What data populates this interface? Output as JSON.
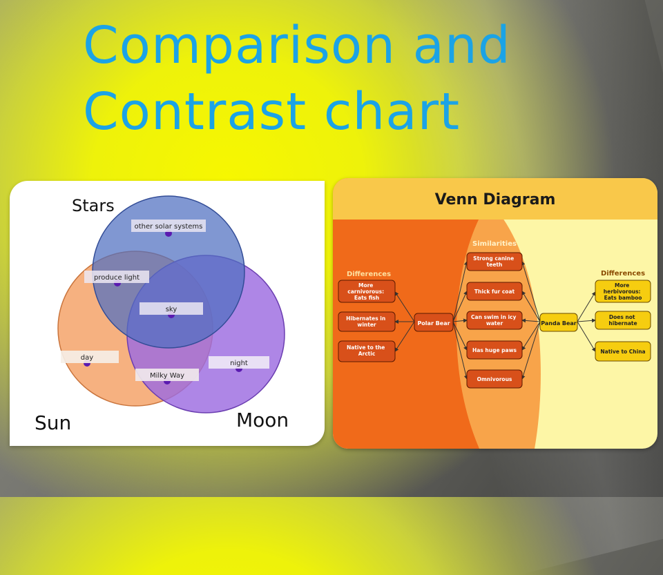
{
  "slide": {
    "title_line1": "Comparison and",
    "title_line2": "Contrast chart"
  },
  "left_venn": {
    "circles": [
      {
        "label": "Stars",
        "color": "#5b7bc6"
      },
      {
        "label": "Sun",
        "color": "#f5a36a"
      },
      {
        "label": "Moon",
        "color": "#9c6be0"
      }
    ],
    "regions": [
      "other solar systems",
      "produce light",
      "sky",
      "day",
      "night",
      "Milky Way"
    ]
  },
  "right_venn": {
    "title": "Venn Diagram",
    "left_heading": "Differences",
    "middle_heading": "Similarities",
    "right_heading": "Differences",
    "left_subject": "Polar Bear",
    "right_subject": "Panda Bear",
    "left_items": [
      [
        "More",
        "carnivorous:",
        "Eats fish"
      ],
      [
        "Hibernates in",
        "winter"
      ],
      [
        "Native to the",
        "Arctic"
      ]
    ],
    "middle_items": [
      [
        "Strong canine",
        "teeth"
      ],
      [
        "Thick fur coat"
      ],
      [
        "Can swim in icy",
        "water"
      ],
      [
        "Has huge paws"
      ],
      [
        "Omnivorous"
      ]
    ],
    "right_items": [
      [
        "More",
        "herbivorous:",
        "Eats bamboo"
      ],
      [
        "Does not",
        "hibernate"
      ],
      [
        "Native to China"
      ]
    ],
    "colors": {
      "header": "#f9c84a",
      "left_bg": "#f06a1a",
      "middle_bg": "#f8a44a",
      "right_bg": "#fdf6a6",
      "left_box": "#d8501a",
      "right_box": "#f6cd10"
    }
  }
}
